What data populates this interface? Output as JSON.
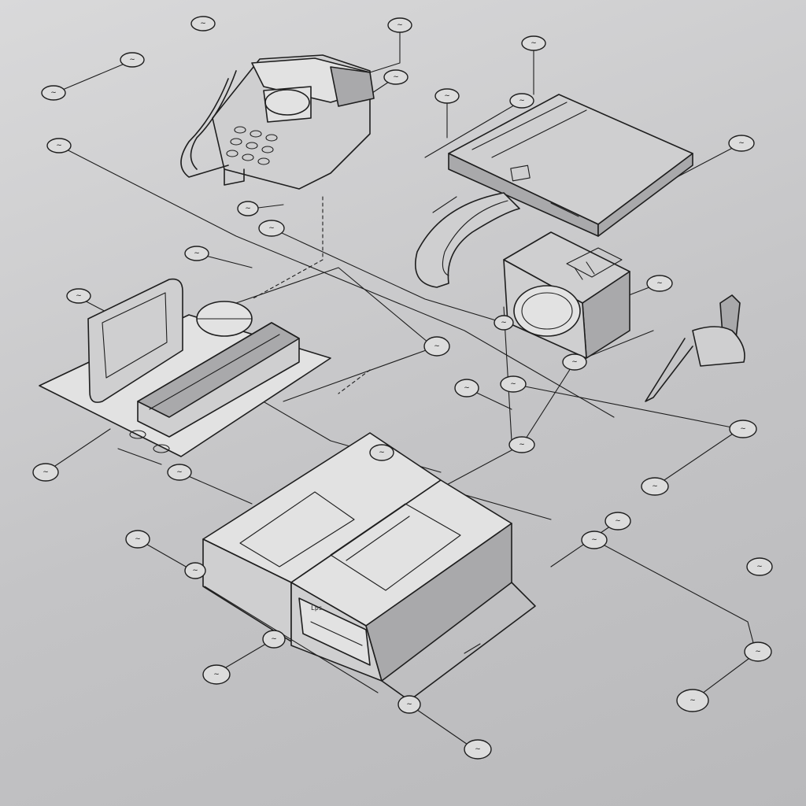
{
  "diagram": {
    "components": [
      {
        "id": "telephone",
        "name": "telephone",
        "icon": "telephone-icon"
      },
      {
        "id": "flat-panel",
        "name": "flat panel device",
        "icon": "tablet-icon"
      },
      {
        "id": "camera-unit",
        "name": "camera unit",
        "icon": "camera-icon"
      },
      {
        "id": "stylus",
        "name": "stylus with stand",
        "icon": "pen-icon"
      },
      {
        "id": "circuit-board",
        "name": "board assembly",
        "icon": "circuit-board-icon"
      },
      {
        "id": "main-console",
        "name": "main console",
        "icon": "console-icon"
      }
    ],
    "callout_text": {
      "console_display": "Lps"
    },
    "colors": {
      "background": "#c9c9cb",
      "ink": "#1e1e1e"
    }
  }
}
